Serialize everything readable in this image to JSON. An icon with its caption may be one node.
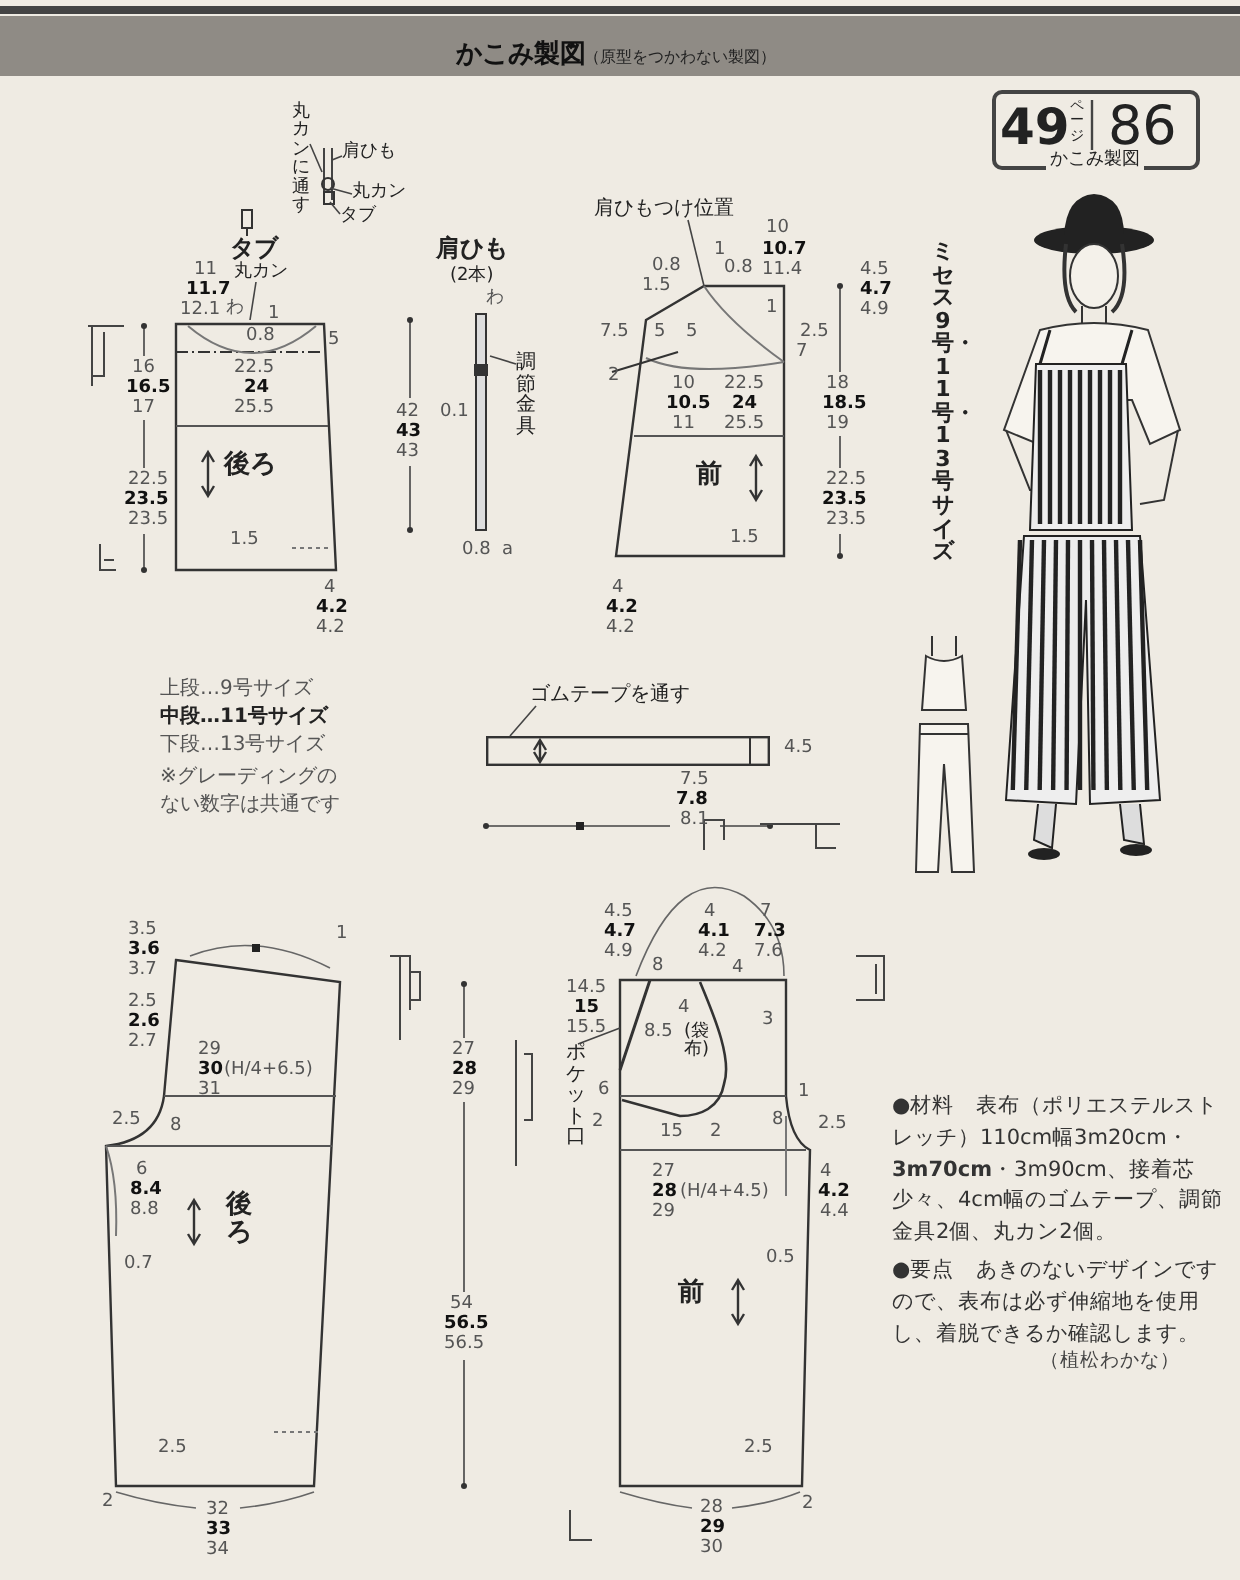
{
  "diagram": {
    "nodes": [
      {
        "text": [
          "かこみ製図",
          "（原型をつかわない製図）"
        ]
      },
      {
        "text": [
          "49",
          "ページ",
          "86",
          "かこみ製図"
        ]
      },
      {
        "text": [
          "後ろ"
        ]
      },
      {
        "text": [
          "肩ひも",
          "(2本)"
        ]
      },
      {
        "text": [
          "前"
        ]
      },
      {
        "text": [],
        "shape": "bar"
      },
      {
        "text": [
          "後ろ"
        ]
      },
      {
        "text": [
          "前"
        ]
      },
      {
        "text": [
          "(袋布)"
        ],
        "in": 7
      },
      {
        "text": [
          "ゴムテープを通す"
        ]
      },
      {
        "text": [
          "ポケット口"
        ]
      },
      {
        "text": [
          "調節金具"
        ]
      },
      {
        "text": [
          "肩ひもつけ位置"
        ]
      },
      {
        "text": [
          "丸カンに通す"
        ]
      },
      {
        "text": [
          "肩ひも"
        ]
      },
      {
        "text": [
          "丸カン"
        ]
      },
      {
        "text": [
          "タブ"
        ]
      },
      {
        "text": [
          "丸カン"
        ]
      },
      {
        "text": [],
        "shape": "picture"
      }
    ],
    "edges": [
      {
        "from": 9,
        "to": 5,
        "arrow": "none"
      },
      {
        "from": 10,
        "to": 7,
        "arrow": "none"
      },
      {
        "from": 11,
        "to": 3,
        "arrow": "none"
      },
      {
        "from": 12,
        "to": 4,
        "arrow": "none"
      },
      {
        "from": 13,
        "to": 18,
        "arrow": "none"
      },
      {
        "from": 14,
        "to": 18,
        "arrow": "none"
      },
      {
        "from": 15,
        "to": 18,
        "arrow": "none"
      },
      {
        "from": 16,
        "to": 18,
        "arrow": "none"
      },
      {
        "from": 17,
        "to": 2,
        "arrow": "none"
      }
    ],
    "labels": [
      "タブ",
      "11",
      "11.7",
      "12.1",
      "わ",
      "1",
      "0.8",
      "5",
      "16",
      "22.5",
      "16.5",
      "24",
      "17",
      "25.5",
      "22.5",
      "23.5",
      "23.5",
      "1.5",
      "4",
      "4.2",
      "4.2",
      "わ",
      "42",
      "0.1",
      "43",
      "43",
      "0.8",
      "a",
      "10",
      "1",
      "10.7",
      "0.8",
      "0.8",
      "11.4",
      "4.5",
      "1.5",
      "4.7",
      "1",
      "4.9",
      "7.5",
      "5",
      "5",
      "2.5",
      "7",
      "2",
      "10",
      "22.5",
      "18",
      "10.5",
      "24",
      "18.5",
      "11",
      "25.5",
      "19",
      "22.5",
      "23.5",
      "23.5",
      "1.5",
      "4",
      "4.2",
      "4.2",
      "ミセス9号・11号・13号サイズ",
      "上段…9号サイズ",
      "中段…11号サイズ",
      "下段…13号サイズ",
      "※グレーディングのない数字は共通です",
      "4.5",
      "7.5",
      "7.8",
      "8.1",
      "3.5",
      "1",
      "3.6",
      "3.7",
      "2.5",
      "2.6",
      "2.7",
      "29",
      "27",
      "30",
      "(H/4+6.5)",
      "28",
      "31",
      "29",
      "2.5",
      "8",
      "6",
      "8.4",
      "8.8",
      "0.7",
      "54",
      "56.5",
      "56.5",
      "2.5",
      "2",
      "32",
      "33",
      "34",
      "4.5",
      "4",
      "7",
      "4.7",
      "4.1",
      "7.3",
      "4.9",
      "4.2",
      "7.6",
      "8",
      "4",
      "14.5",
      "15",
      "4",
      "3",
      "15.5",
      "8.5",
      "6",
      "1",
      "2",
      "15",
      "2",
      "8",
      "2.5",
      "27",
      "4",
      "28",
      "(H/4+4.5)",
      "4.2",
      "29",
      "4.4",
      "0.5",
      "2.5",
      "28",
      "2",
      "29",
      "30",
      "●材料　表布（ポリエステルストレッチ）110cm幅3m20cm・**3m70cm**・3m90cm、接着芯少々、4cm幅のゴムテープ、調節金具2個、丸カン2個。",
      "●要点　あきのないデザインですので、表布は必ず伸縮地を使用し、着脱できるか確認します。",
      "（植松わかな）"
    ]
  }
}
